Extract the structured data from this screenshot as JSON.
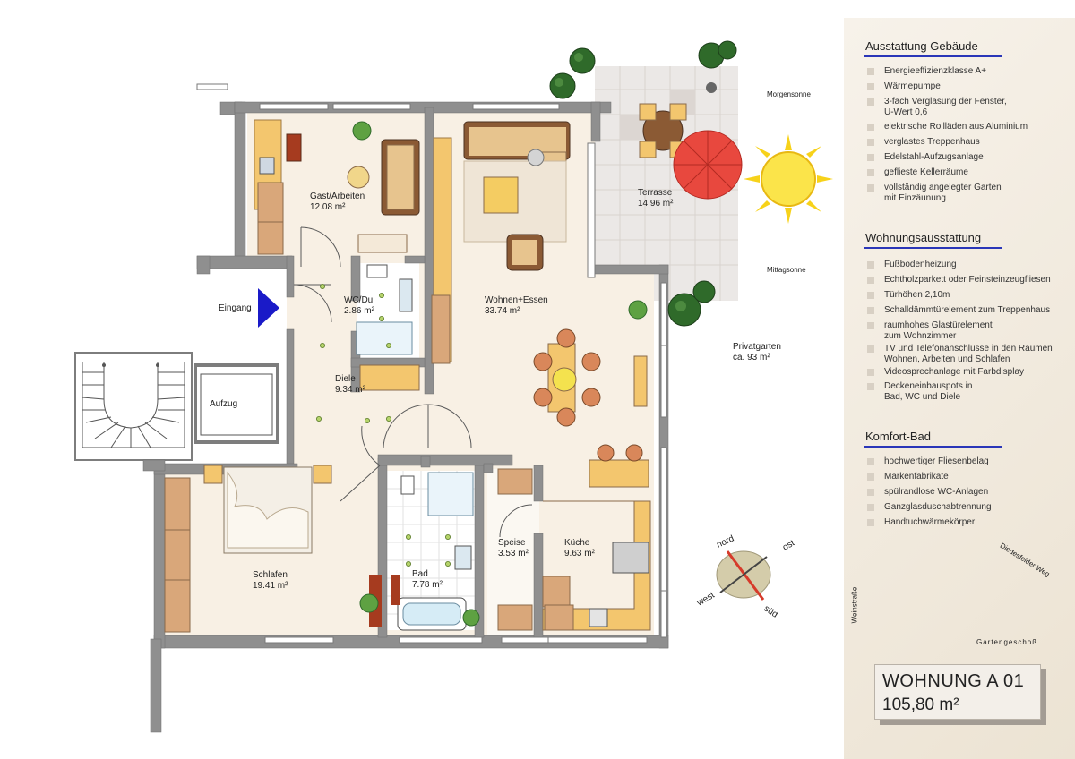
{
  "plan": {
    "entrance": "Eingang",
    "elevator": "Aufzug",
    "morning_sun": "Morgensonne",
    "midday_sun": "Mittagsonne",
    "garden": {
      "name": "Privatgarten",
      "area": "ca. 93 m²"
    },
    "rooms": [
      {
        "id": "gast",
        "name": "Gast/Arbeiten",
        "area": "12.08 m²"
      },
      {
        "id": "wc",
        "name": "WC/Du",
        "area": "2.86 m²"
      },
      {
        "id": "wohnen",
        "name": "Wohnen+Essen",
        "area": "33.74 m²"
      },
      {
        "id": "terrasse",
        "name": "Terrasse",
        "area": "14.96 m²"
      },
      {
        "id": "diele",
        "name": "Diele",
        "area": "9.34 m²"
      },
      {
        "id": "schlafen",
        "name": "Schlafen",
        "area": "19.41 m²"
      },
      {
        "id": "bad",
        "name": "Bad",
        "area": "7.78 m²"
      },
      {
        "id": "speise",
        "name": "Speise",
        "area": "3.53 m²"
      },
      {
        "id": "kueche",
        "name": "Küche",
        "area": "9.63 m²"
      }
    ],
    "compass": {
      "north": "nord",
      "east": "ost",
      "south": "süd",
      "west": "west"
    }
  },
  "siteplan": {
    "street_left": "Weinstraße",
    "street_right": "Diedesfelder Weg",
    "floor": "Gartengeschoß"
  },
  "sections": [
    {
      "title": "Ausstattung Gebäude",
      "items": [
        [
          "Energieeffizienzklasse A+"
        ],
        [
          "Wärmepumpe"
        ],
        [
          "3-fach Verglasung der Fenster,",
          "U-Wert 0,6"
        ],
        [
          "elektrische Rollläden aus Aluminium"
        ],
        [
          "verglastes Treppenhaus"
        ],
        [
          "Edelstahl-Aufzugsanlage"
        ],
        [
          "geflieste Kellerräume"
        ],
        [
          "vollständig angelegter Garten",
          "mit Einzäunung"
        ]
      ]
    },
    {
      "title": "Wohnungsausstattung",
      "items": [
        [
          "Fußbodenheizung"
        ],
        [
          "Echtholzparkett oder Feinsteinzeugfliesen"
        ],
        [
          "Türhöhen 2,10m"
        ],
        [
          "Schalldämmtürelement zum Treppenhaus"
        ],
        [
          "raumhohes Glastürelement",
          "zum Wohnzimmer"
        ],
        [
          "TV und Telefonanschlüsse in den Räumen",
          "Wohnen, Arbeiten und Schlafen"
        ],
        [
          "Videosprechanlage mit Farbdisplay"
        ],
        [
          "Deckeneinbauspots in",
          "Bad, WC und Diele"
        ]
      ]
    },
    {
      "title": "Komfort-Bad",
      "items": [
        [
          "hochwertiger Fliesenbelag"
        ],
        [
          "Markenfabrikate"
        ],
        [
          "spülrandlose WC-Anlagen"
        ],
        [
          "Ganzglasduschabtrennung"
        ],
        [
          "Handtuchwärmekörper"
        ]
      ]
    }
  ],
  "apartment": {
    "name": "WOHNUNG  A 01",
    "size": "105,80 m²"
  },
  "colors": {
    "wall": "#8f8f8f",
    "floor": "#f7efe3",
    "terrace": "#e9e6e3",
    "furniture": "#d9a77a",
    "panel_rule": "#2a36b8",
    "entrance_arrow": "#1a1ac8",
    "sun": "#f7d21a",
    "umbrella": "#e8483e"
  }
}
